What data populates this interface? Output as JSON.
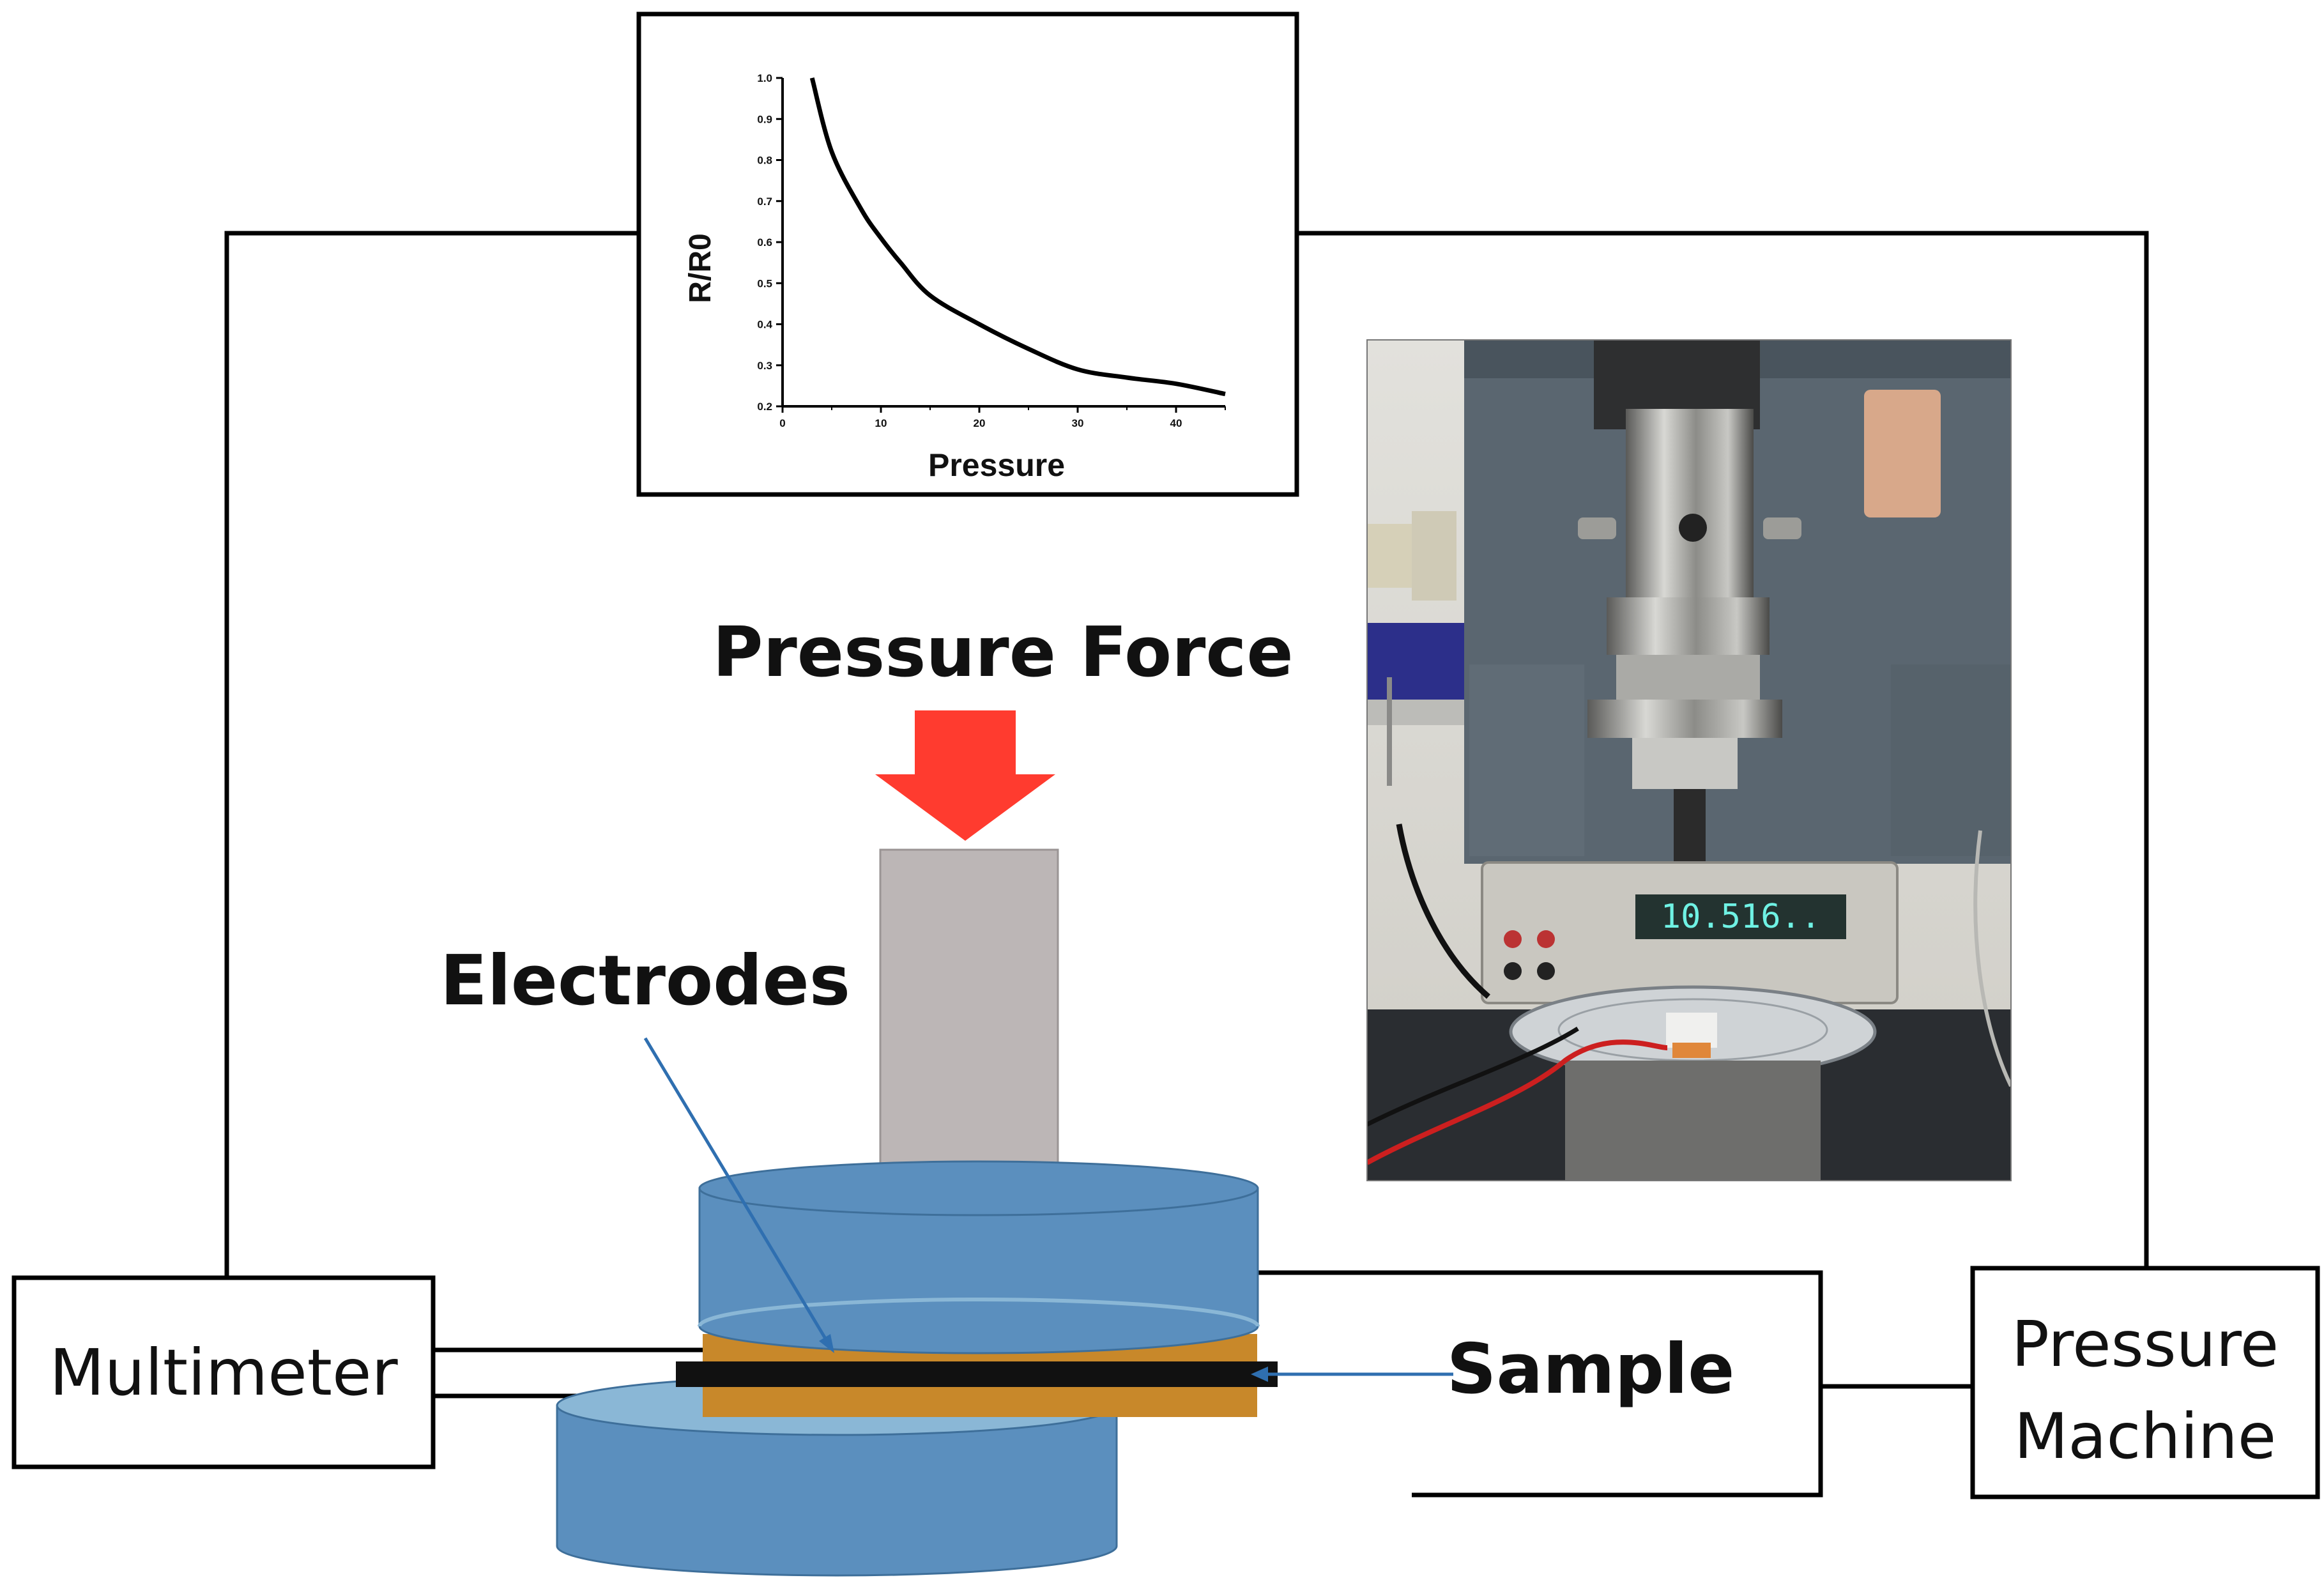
{
  "labels": {
    "pressure_force": "Pressure Force",
    "electrodes": "Electrodes",
    "sample": "Sample",
    "multimeter": "Multimeter",
    "pressure_machine_line1": "Pressure",
    "pressure_machine_line2": "Machine"
  },
  "photo": {
    "display_reading": "10.516.."
  },
  "colors": {
    "arrow": "#ff3b2f",
    "plunger": "#bcb6b6",
    "platen_blue": "#5b8fbe",
    "platen_light": "#8ab7d6",
    "electrode": "#c8882a",
    "sample": "#111111",
    "pointer_line": "#2f6fb0"
  },
  "chart_data": {
    "type": "line",
    "xlabel": "Pressure",
    "ylabel": "R/R0",
    "xlim": [
      0,
      45
    ],
    "ylim": [
      0.2,
      1.0
    ],
    "x_ticks": [
      "0",
      "10",
      "20",
      "30",
      "40"
    ],
    "y_ticks": [
      "0.2",
      "0.3",
      "0.4",
      "0.5",
      "0.6",
      "0.7",
      "0.8",
      "0.9",
      "1.0"
    ],
    "grid": false,
    "series": [
      {
        "x": [
          3,
          5,
          8,
          10,
          12,
          15,
          20,
          25,
          30,
          35,
          40,
          45
        ],
        "values": [
          1.0,
          0.82,
          0.68,
          0.61,
          0.55,
          0.47,
          0.4,
          0.34,
          0.29,
          0.27,
          0.255,
          0.23
        ]
      }
    ]
  }
}
